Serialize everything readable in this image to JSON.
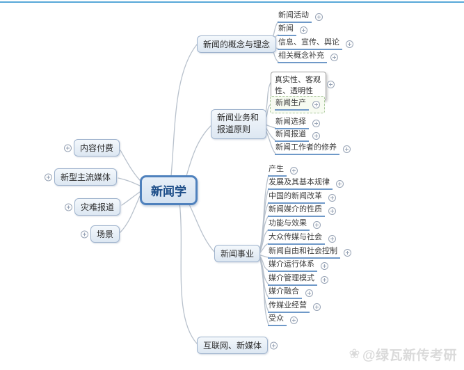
{
  "mindmap": {
    "root": {
      "label": "新闻学"
    },
    "left_branches": [
      {
        "label": "内容付费"
      },
      {
        "label": "新型主流媒体"
      },
      {
        "label": "灾难报道"
      },
      {
        "label": "场景"
      }
    ],
    "branches": [
      {
        "label": "新闻的概念与理念",
        "children": [
          {
            "label": "新闻活动"
          },
          {
            "label": "新闻"
          },
          {
            "label": "信息、宣传、舆论"
          },
          {
            "label": "相关概念补充"
          }
        ]
      },
      {
        "label": "新闻业务和报道原则",
        "children": [
          {
            "label": "真实性、客观性、透明性",
            "style": "callout-box"
          },
          {
            "label": "新闻生产",
            "style": "dashed-highlight"
          },
          {
            "label": "新闻选择"
          },
          {
            "label": "新闻报道"
          },
          {
            "label": "新闻工作者的修养"
          }
        ]
      },
      {
        "label": "新闻事业",
        "children": [
          {
            "label": "产生"
          },
          {
            "label": "发展及其基本规律"
          },
          {
            "label": "中国的新闻改革"
          },
          {
            "label": "新闻媒介的性质"
          },
          {
            "label": "功能与效果"
          },
          {
            "label": "大众传媒与社会"
          },
          {
            "label": "新闻自由和社会控制"
          },
          {
            "label": "媒介运行体系"
          },
          {
            "label": "媒介管理模式"
          },
          {
            "label": "媒介融合"
          },
          {
            "label": "传媒业经营"
          },
          {
            "label": "受众"
          }
        ]
      },
      {
        "label": "互联网、新媒体",
        "children": []
      }
    ]
  },
  "watermark": {
    "icon": "❀",
    "text": "@绿瓦新传考研"
  },
  "colors": {
    "top_bar": "#57a8d8",
    "root_border": "#4f81bd",
    "root_text": "#1d4e89",
    "node_border": "#9fb3cd",
    "leaf_underline": "#6f99c8",
    "connector": "#b8c1cc",
    "dashed_box_border": "#a8c79a",
    "dashed_box_bg": "#f7fbf1"
  }
}
